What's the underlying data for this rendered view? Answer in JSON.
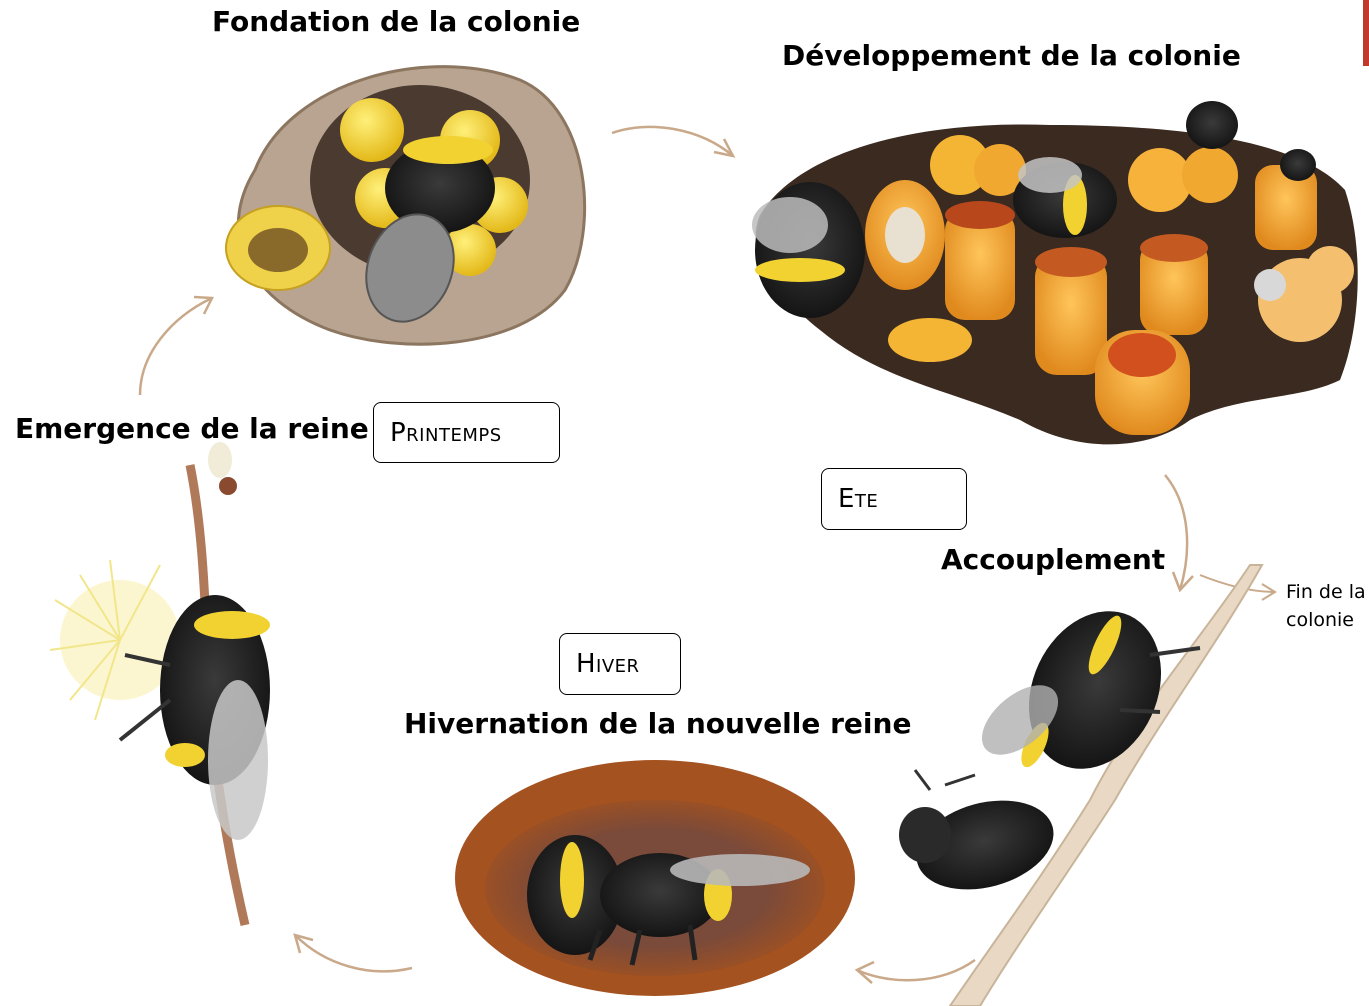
{
  "stages": {
    "foundation": "Fondation de la colonie",
    "development": "Développement de la colonie",
    "mating": "Accouplement",
    "hibernation": "Hivernation de la nouvelle reine",
    "emergence": "Emergence de la reine"
  },
  "seasons": {
    "spring": "Printemps",
    "summer": "Ete",
    "winter": "Hiver"
  },
  "end_label": "Fin de la\ncolonie",
  "colors": {
    "arrow": "#c9a98a",
    "bee_yellow": "#f2d230",
    "bee_black": "#1e1e1e",
    "nest_brown": "#9b7e63",
    "cell_orange": "#f0a030",
    "soil_red": "#9c4a22",
    "corner_mark": "#c0392b"
  }
}
